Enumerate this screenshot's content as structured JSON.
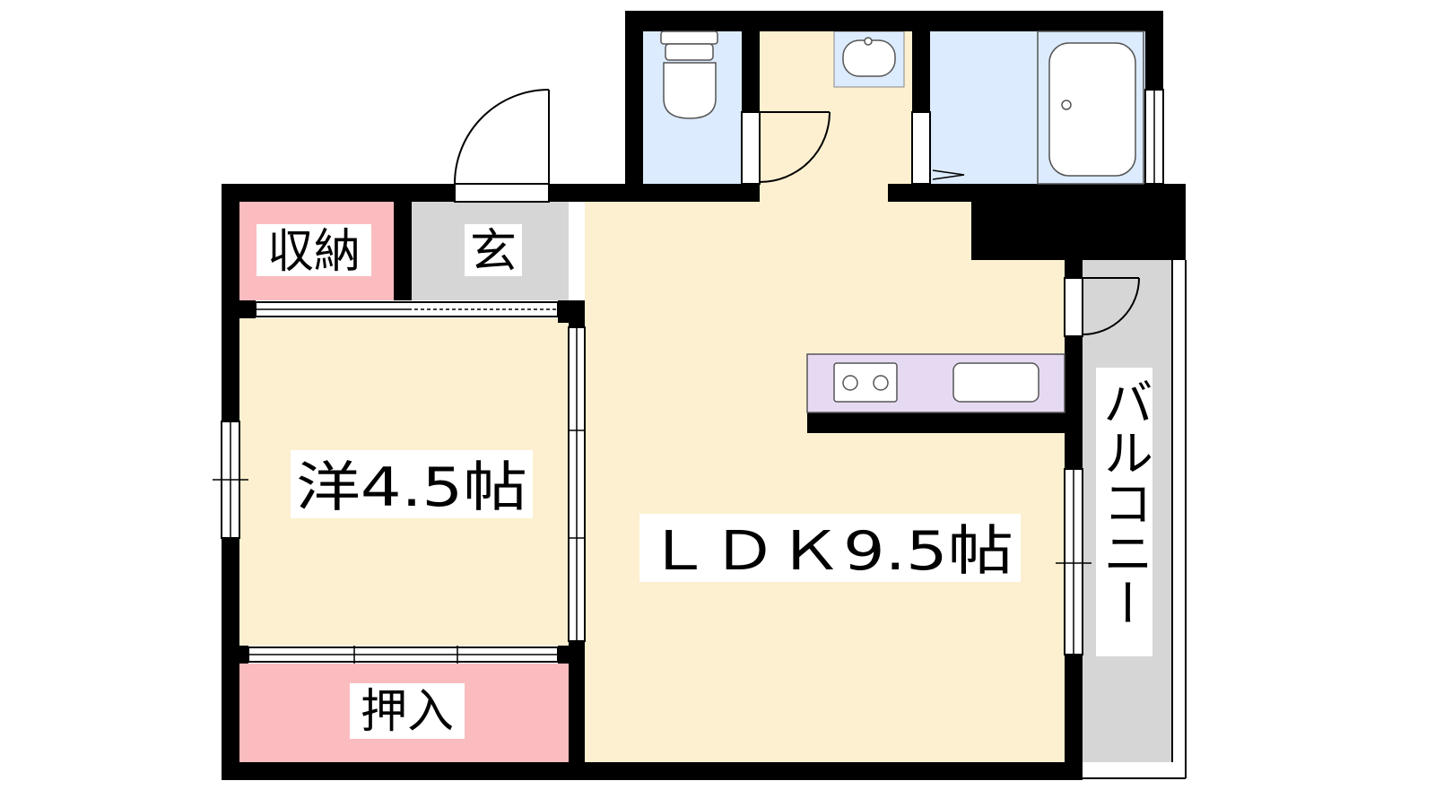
{
  "rooms": {
    "storage": "収納",
    "entrance": "玄",
    "western_room": "洋4.5帖",
    "ldk": "ＬＤＫ9.5帖",
    "closet": "押入",
    "balcony": "バルコニー"
  },
  "colors": {
    "wall": "#000000",
    "floor": "#fdf0d0",
    "storage": "#fbbcbf",
    "entrance": "#d6d6d6",
    "wet_area": "#dcebfd",
    "kitchen": "#e6daf2",
    "balcony": "#d6d6d6"
  }
}
